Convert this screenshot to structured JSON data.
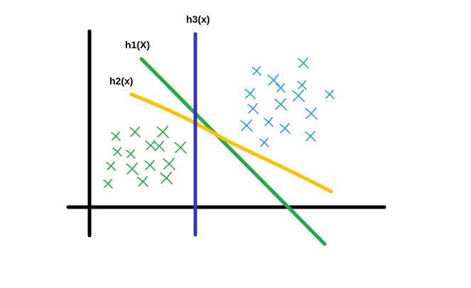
{
  "labels": {
    "h1": "h1(X)",
    "h2": "h2(x)",
    "h3": "h3(x)"
  },
  "colors": {
    "axes": "#000000",
    "h1": "#22aa44",
    "h2": "#ffc000",
    "h3": "#3333bb",
    "class_a": "#22aa44",
    "class_b": "#22a0d8",
    "text": "#000000"
  },
  "marks": {
    "class_a_count": 15,
    "class_b_count": 16
  }
}
